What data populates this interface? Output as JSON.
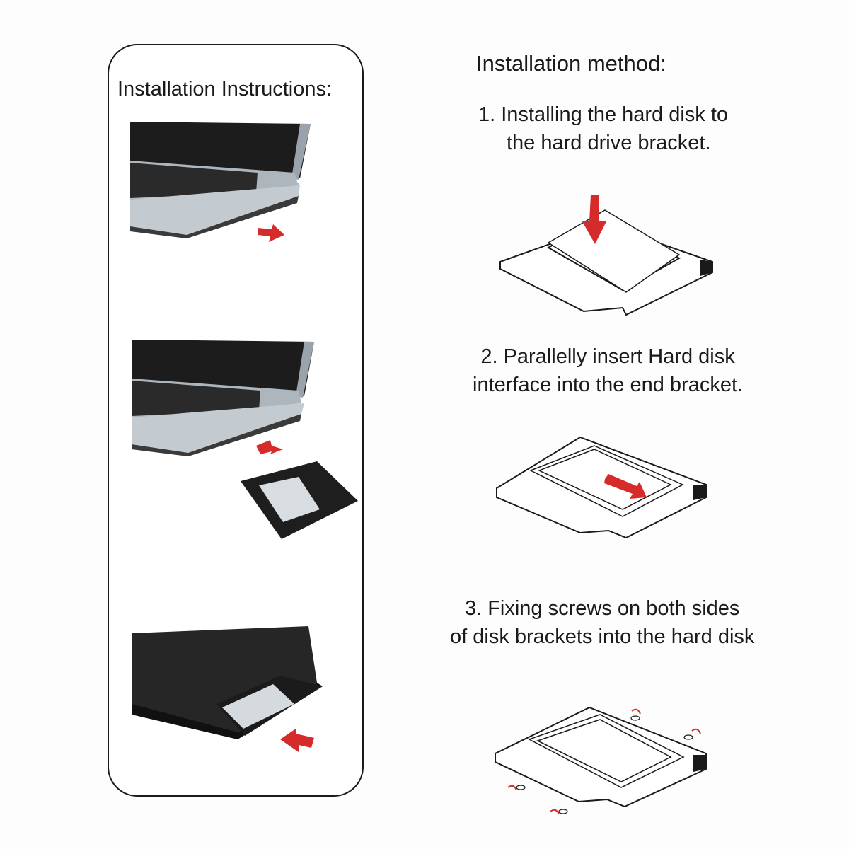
{
  "left_panel": {
    "title": "Installation Instructions:"
  },
  "right_panel": {
    "title": "Installation method:",
    "steps": [
      {
        "line1": "1. Installing the hard disk to",
        "line2": "the hard drive bracket."
      },
      {
        "line1": "2. Parallelly insert Hard disk",
        "line2": "interface into the end bracket."
      },
      {
        "line1": "3. Fixing screws on both sides",
        "line2": "of disk brackets into the hard disk"
      }
    ]
  },
  "colors": {
    "arrow": "#d62b2b",
    "ink": "#1a1a1a"
  }
}
